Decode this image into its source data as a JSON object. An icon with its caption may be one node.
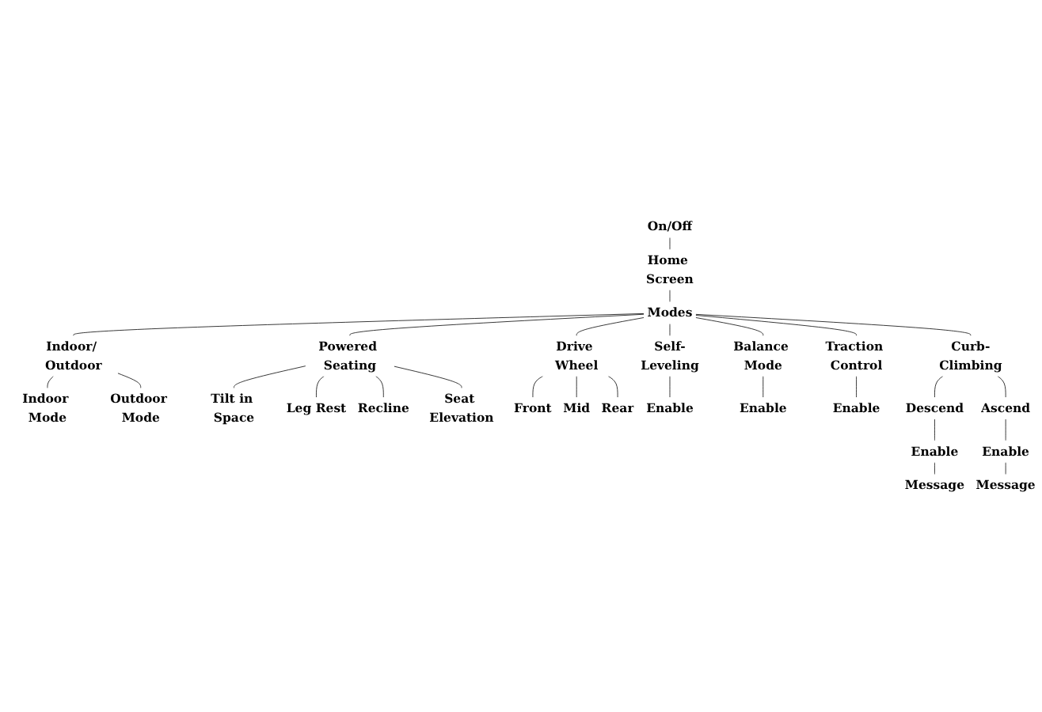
{
  "diagram": {
    "nodes": [
      {
        "text": [
          "On/Off"
        ]
      },
      {
        "text": [
          "Home Screen"
        ]
      },
      {
        "text": [
          "Modes"
        ]
      },
      {
        "text": [
          "Indoor/ Outdoor"
        ]
      },
      {
        "text": [
          "Powered Seating"
        ]
      },
      {
        "text": [
          "Drive Wheel"
        ]
      },
      {
        "text": [
          "Self-Leveling"
        ]
      },
      {
        "text": [
          "Balance Mode"
        ]
      },
      {
        "text": [
          "Traction Control"
        ]
      },
      {
        "text": [
          "Curb-Climbing"
        ]
      },
      {
        "text": [
          "Indoor Mode"
        ]
      },
      {
        "text": [
          "Outdoor Mode"
        ]
      },
      {
        "text": [
          "Tilt in Space"
        ]
      },
      {
        "text": [
          "Leg Rest"
        ]
      },
      {
        "text": [
          "Recline"
        ]
      },
      {
        "text": [
          "Seat Elevation"
        ]
      },
      {
        "text": [
          "Front"
        ]
      },
      {
        "text": [
          "Mid"
        ]
      },
      {
        "text": [
          "Rear"
        ]
      },
      {
        "text": [
          "Enable"
        ]
      },
      {
        "text": [
          "Enable"
        ]
      },
      {
        "text": [
          "Enable"
        ]
      },
      {
        "text": [
          "Descend"
        ]
      },
      {
        "text": [
          "Ascend"
        ]
      },
      {
        "text": [
          "Enable"
        ]
      },
      {
        "text": [
          "Enable"
        ]
      },
      {
        "text": [
          "Message"
        ]
      },
      {
        "text": [
          "Message"
        ]
      }
    ],
    "edges": [
      {
        "from": 0,
        "to": 1,
        "arrow": "none"
      },
      {
        "from": 1,
        "to": 2,
        "arrow": "none"
      },
      {
        "from": 2,
        "to": 3,
        "arrow": "none"
      },
      {
        "from": 2,
        "to": 4,
        "arrow": "none"
      },
      {
        "from": 2,
        "to": 5,
        "arrow": "none"
      },
      {
        "from": 2,
        "to": 6,
        "arrow": "none"
      },
      {
        "from": 2,
        "to": 7,
        "arrow": "none"
      },
      {
        "from": 2,
        "to": 8,
        "arrow": "none"
      },
      {
        "from": 2,
        "to": 9,
        "arrow": "none"
      },
      {
        "from": 3,
        "to": 10,
        "arrow": "none"
      },
      {
        "from": 3,
        "to": 11,
        "arrow": "none"
      },
      {
        "from": 4,
        "to": 12,
        "arrow": "none"
      },
      {
        "from": 4,
        "to": 13,
        "arrow": "none"
      },
      {
        "from": 4,
        "to": 14,
        "arrow": "none"
      },
      {
        "from": 4,
        "to": 15,
        "arrow": "none"
      },
      {
        "from": 5,
        "to": 16,
        "arrow": "none"
      },
      {
        "from": 5,
        "to": 17,
        "arrow": "none"
      },
      {
        "from": 5,
        "to": 18,
        "arrow": "none"
      },
      {
        "from": 6,
        "to": 19,
        "arrow": "none"
      },
      {
        "from": 7,
        "to": 20,
        "arrow": "none"
      },
      {
        "from": 8,
        "to": 21,
        "arrow": "none"
      },
      {
        "from": 9,
        "to": 22,
        "arrow": "none"
      },
      {
        "from": 9,
        "to": 23,
        "arrow": "none"
      },
      {
        "from": 22,
        "to": 24,
        "arrow": "none"
      },
      {
        "from": 23,
        "to": 25,
        "arrow": "none"
      },
      {
        "from": 24,
        "to": 26,
        "arrow": "none"
      },
      {
        "from": 25,
        "to": 27,
        "arrow": "none"
      }
    ]
  }
}
